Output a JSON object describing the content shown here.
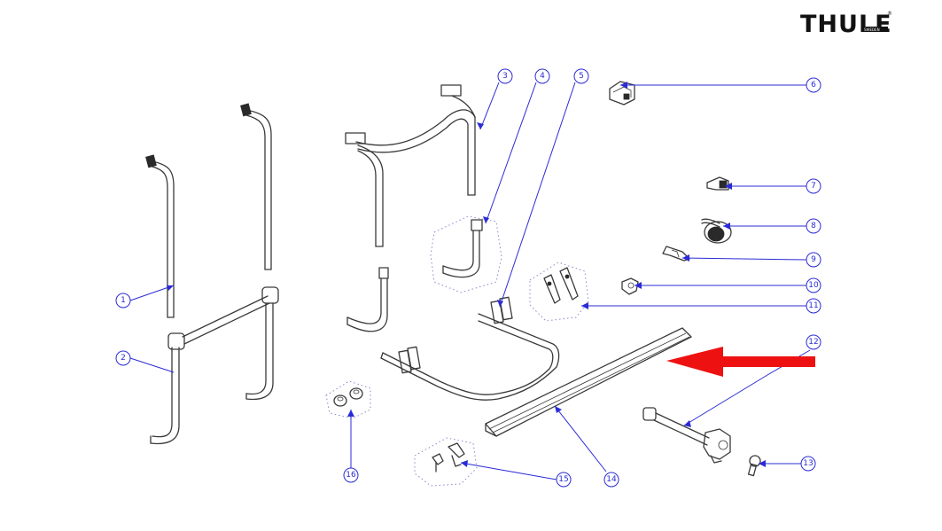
{
  "logo": {
    "brand": "THULE",
    "sub": "SWEDEN",
    "mark": "®"
  },
  "callouts": [
    {
      "number": "1"
    },
    {
      "number": "2"
    },
    {
      "number": "3"
    },
    {
      "number": "4"
    },
    {
      "number": "5"
    },
    {
      "number": "6"
    },
    {
      "number": "7"
    },
    {
      "number": "8"
    },
    {
      "number": "9"
    },
    {
      "number": "10"
    },
    {
      "number": "11"
    },
    {
      "number": "12"
    },
    {
      "number": "13"
    },
    {
      "number": "14"
    },
    {
      "number": "15"
    },
    {
      "number": "16"
    }
  ],
  "highlight": {
    "arrow_color": "#ee1111",
    "points_to": "12"
  },
  "colors": {
    "callout": "#2b2bd6",
    "drawing": "#3a3a3a"
  }
}
